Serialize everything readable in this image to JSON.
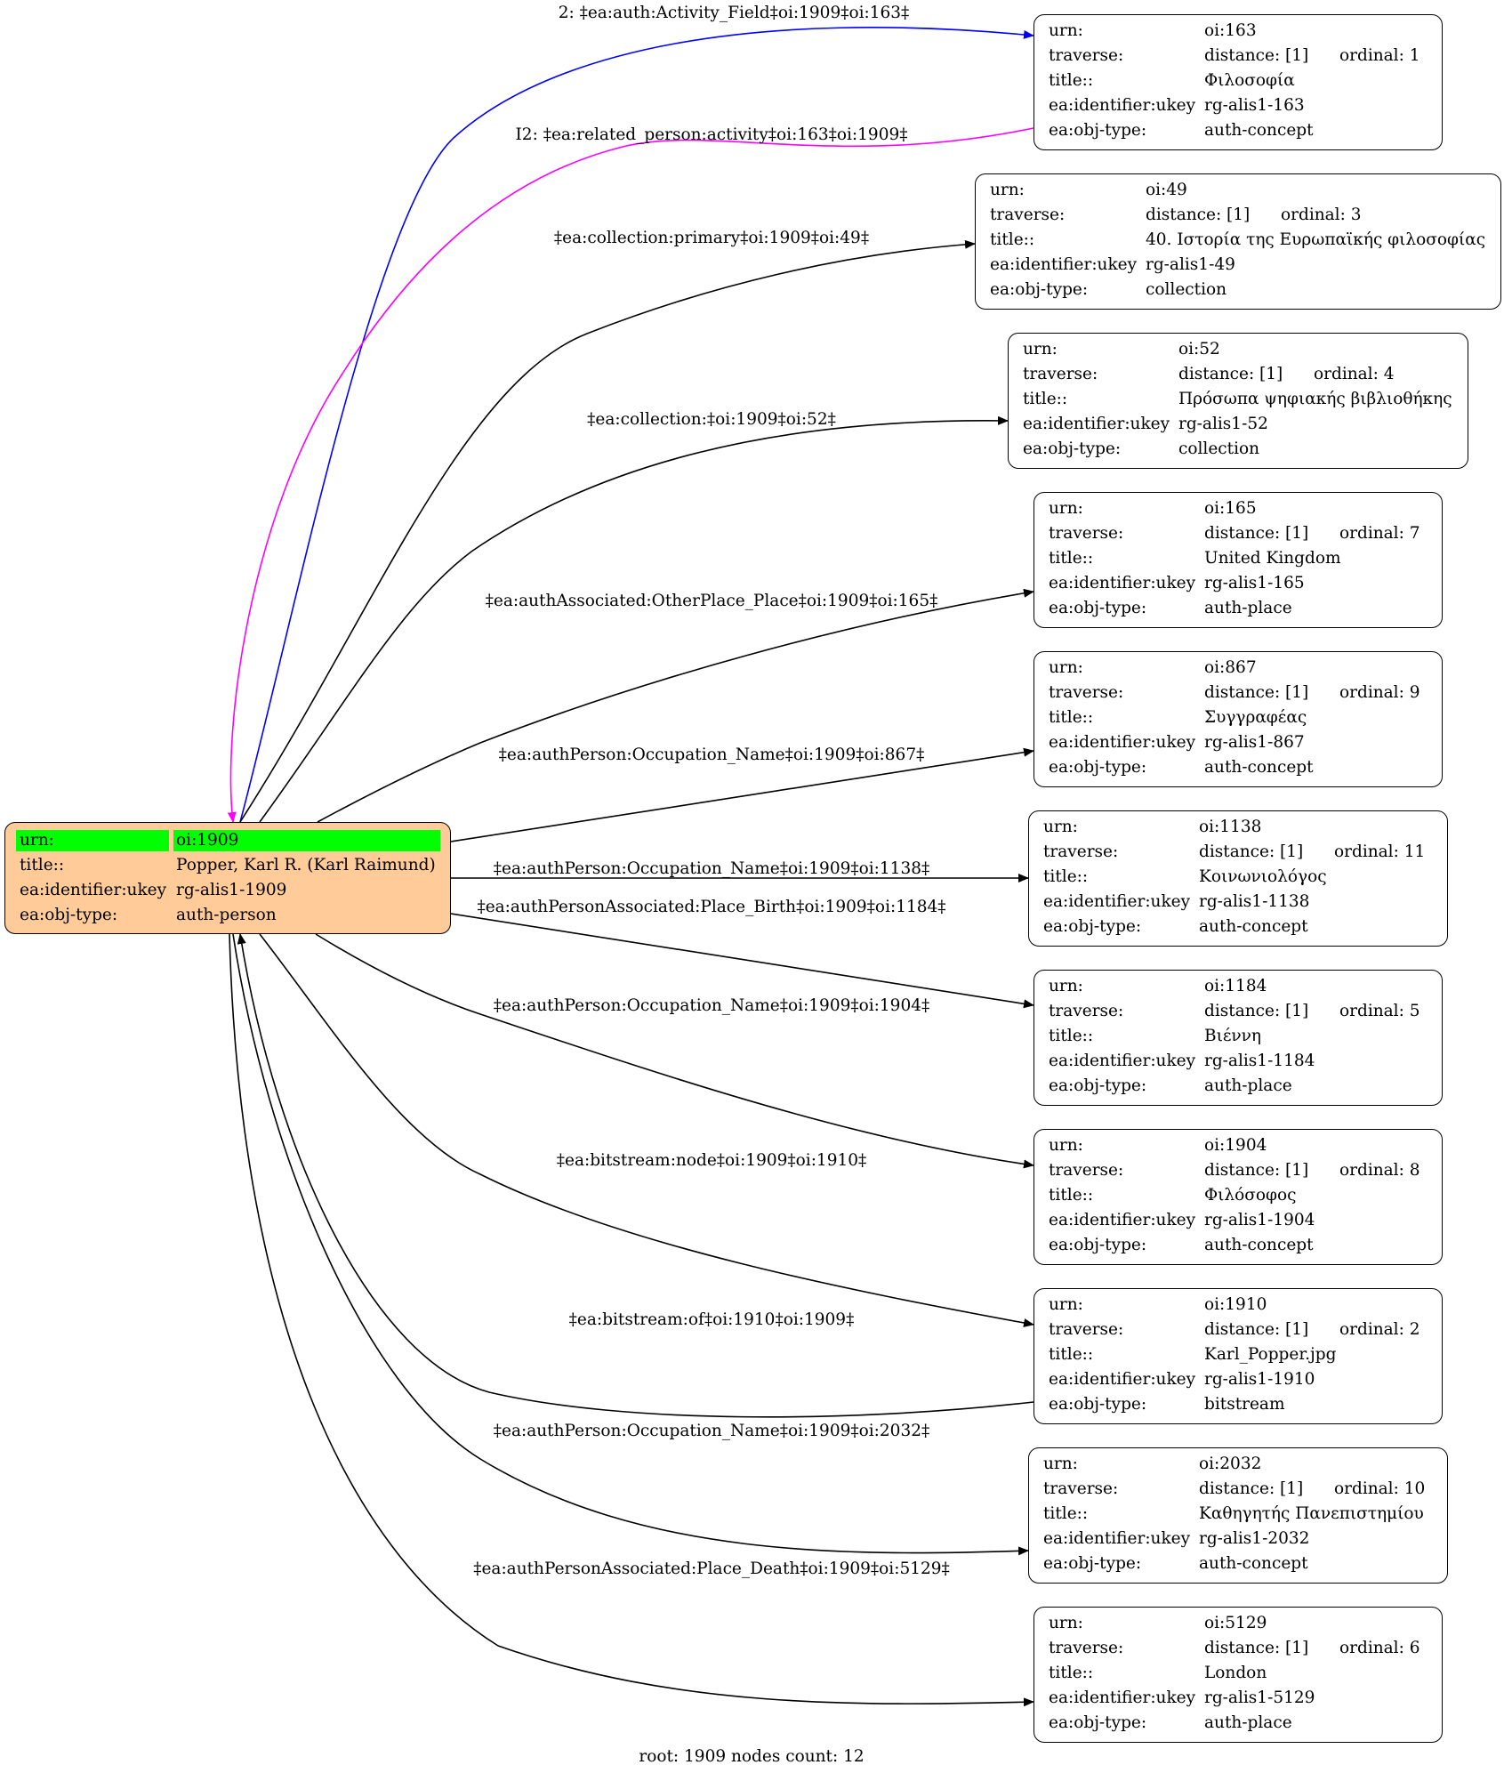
{
  "root": {
    "urn_key": "urn:",
    "urn": "oi:1909",
    "title_key": "title::",
    "title": "Popper, Karl R. (Karl Raimund)",
    "ukey_key": "ea:identifier:ukey",
    "ukey": "rg-alis1-1909",
    "type_key": "ea:obj-type:",
    "type": "auth-person",
    "colors": {
      "fill": "#ffcc99",
      "highlight": "#00ff00"
    }
  },
  "node_keys": {
    "urn": "urn:",
    "traverse": "traverse:",
    "title": "title::",
    "ukey": "ea:identifier:ukey",
    "type": "ea:obj-type:"
  },
  "nodes": [
    {
      "urn": "oi:163",
      "distance": "distance: [1]",
      "ordinal": "ordinal: 1",
      "title": "Φιλοσοφία",
      "ukey": "rg-alis1-163",
      "type": "auth-concept"
    },
    {
      "urn": "oi:49",
      "distance": "distance: [1]",
      "ordinal": "ordinal: 3",
      "title": "40. Ιστορία της Ευρωπαϊκής φιλοσοφίας",
      "ukey": "rg-alis1-49",
      "type": "collection"
    },
    {
      "urn": "oi:52",
      "distance": "distance: [1]",
      "ordinal": "ordinal: 4",
      "title": "Πρόσωπα ψηφιακής βιβλιοθήκης",
      "ukey": "rg-alis1-52",
      "type": "collection"
    },
    {
      "urn": "oi:165",
      "distance": "distance: [1]",
      "ordinal": "ordinal: 7",
      "title": "United Kingdom",
      "ukey": "rg-alis1-165",
      "type": "auth-place"
    },
    {
      "urn": "oi:867",
      "distance": "distance: [1]",
      "ordinal": "ordinal: 9",
      "title": "Συγγραφέας",
      "ukey": "rg-alis1-867",
      "type": "auth-concept"
    },
    {
      "urn": "oi:1138",
      "distance": "distance: [1]",
      "ordinal": "ordinal: 11",
      "title": "Κοινωνιολόγος",
      "ukey": "rg-alis1-1138",
      "type": "auth-concept"
    },
    {
      "urn": "oi:1184",
      "distance": "distance: [1]",
      "ordinal": "ordinal: 5",
      "title": "Βιέννη",
      "ukey": "rg-alis1-1184",
      "type": "auth-place"
    },
    {
      "urn": "oi:1904",
      "distance": "distance: [1]",
      "ordinal": "ordinal: 8",
      "title": "Φιλόσοφος",
      "ukey": "rg-alis1-1904",
      "type": "auth-concept"
    },
    {
      "urn": "oi:1910",
      "distance": "distance: [1]",
      "ordinal": "ordinal: 2",
      "title": "Karl_Popper.jpg",
      "ukey": "rg-alis1-1910",
      "type": "bitstream"
    },
    {
      "urn": "oi:2032",
      "distance": "distance: [1]",
      "ordinal": "ordinal: 10",
      "title": "Καθηγητής Πανεπιστημίου",
      "ukey": "rg-alis1-2032",
      "type": "auth-concept"
    },
    {
      "urn": "oi:5129",
      "distance": "distance: [1]",
      "ordinal": "ordinal: 6",
      "title": "London",
      "ukey": "rg-alis1-5129",
      "type": "auth-place"
    }
  ],
  "edges": [
    {
      "label": "2: ‡ea:auth:Activity_Field‡oi:1909‡oi:163‡",
      "color": "#0000ff"
    },
    {
      "label": "I2: ‡ea:related_person:activity‡oi:163‡oi:1909‡",
      "color": "#ff00ff"
    },
    {
      "label": "‡ea:collection:primary‡oi:1909‡oi:49‡",
      "color": "#000000"
    },
    {
      "label": "‡ea:collection:‡oi:1909‡oi:52‡",
      "color": "#000000"
    },
    {
      "label": "‡ea:authAssociated:OtherPlace_Place‡oi:1909‡oi:165‡",
      "color": "#000000"
    },
    {
      "label": "‡ea:authPerson:Occupation_Name‡oi:1909‡oi:867‡",
      "color": "#000000"
    },
    {
      "label": "‡ea:authPerson:Occupation_Name‡oi:1909‡oi:1138‡",
      "color": "#000000"
    },
    {
      "label": "‡ea:authPersonAssociated:Place_Birth‡oi:1909‡oi:1184‡",
      "color": "#000000"
    },
    {
      "label": "‡ea:authPerson:Occupation_Name‡oi:1909‡oi:1904‡",
      "color": "#000000"
    },
    {
      "label": "‡ea:bitstream:node‡oi:1909‡oi:1910‡",
      "color": "#000000"
    },
    {
      "label": "‡ea:bitstream:of‡oi:1910‡oi:1909‡",
      "color": "#000000"
    },
    {
      "label": "‡ea:authPerson:Occupation_Name‡oi:1909‡oi:2032‡",
      "color": "#000000"
    },
    {
      "label": "‡ea:authPersonAssociated:Place_Death‡oi:1909‡oi:5129‡",
      "color": "#000000"
    }
  ],
  "footer": "root: 1909 nodes count: 12"
}
